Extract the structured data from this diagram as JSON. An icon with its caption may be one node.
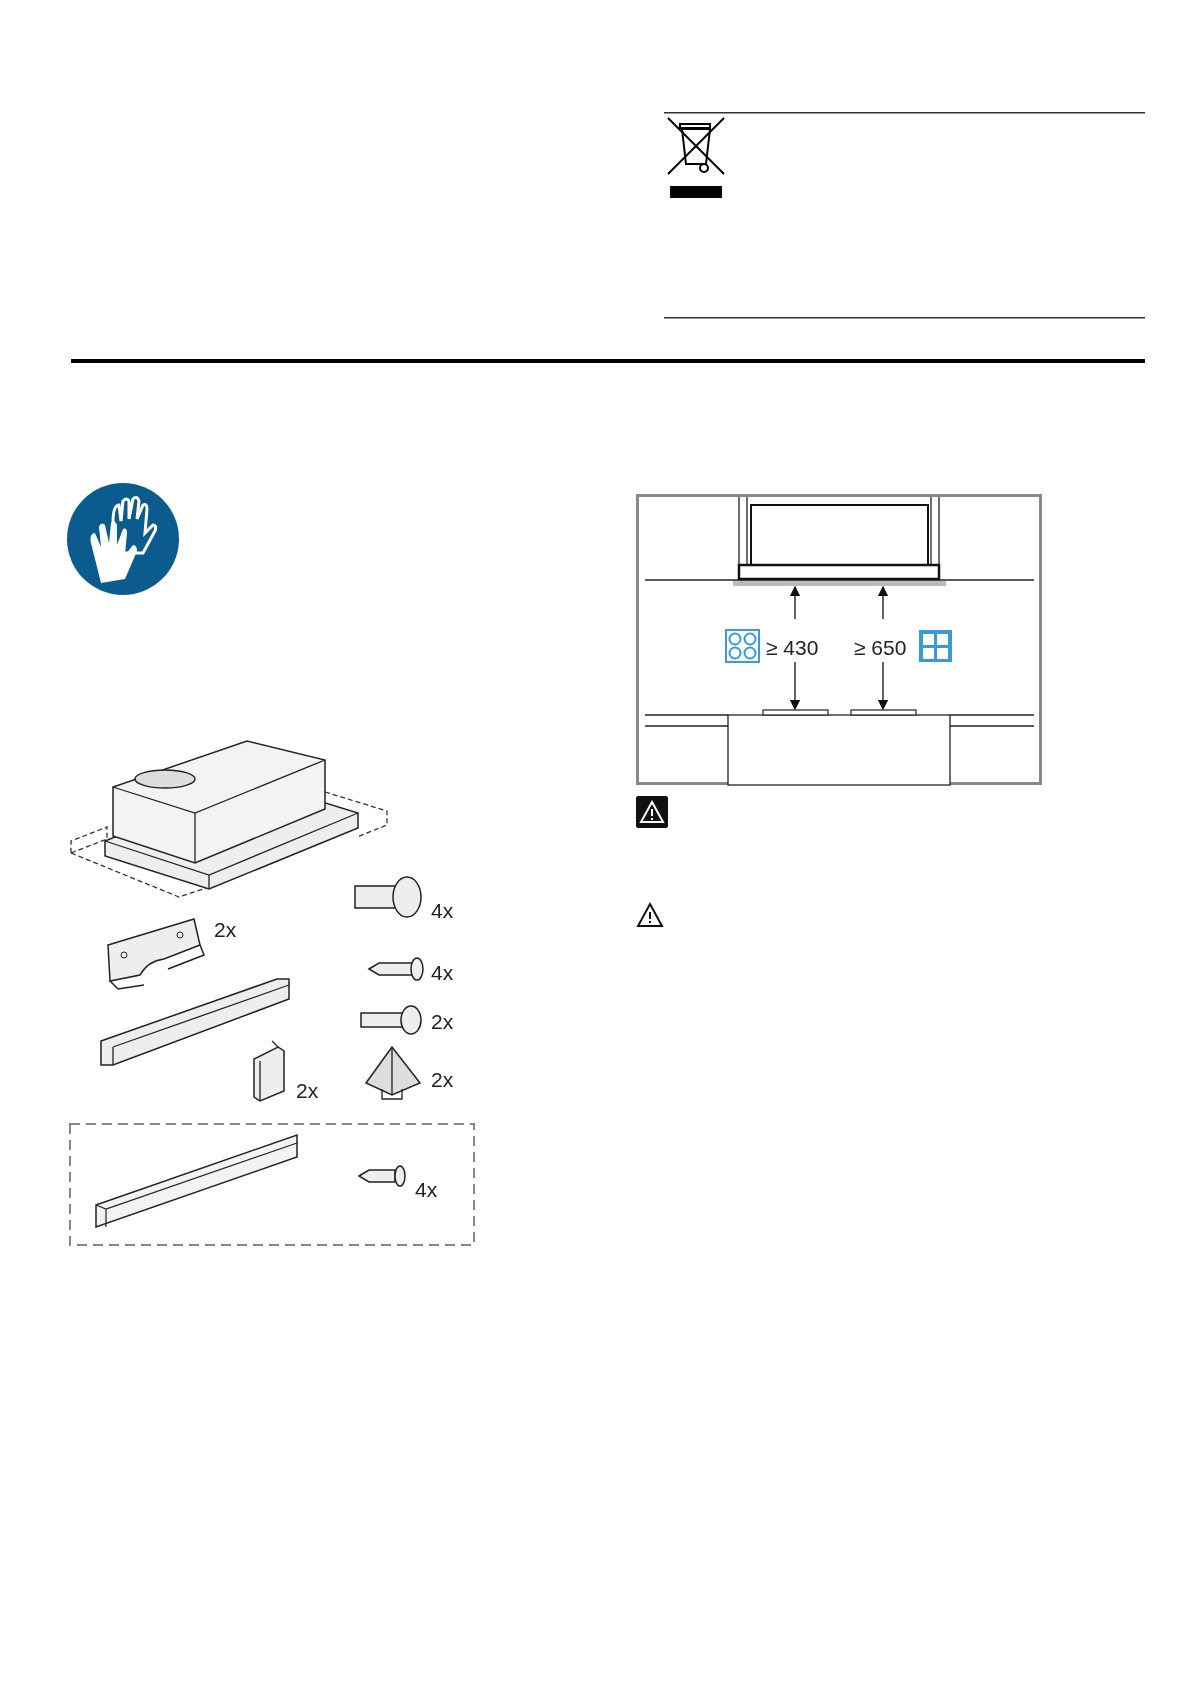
{
  "diagram": {
    "nodes": [
      {
        "text": [
          "≥ 430",
          "≥ 650"
        ]
      },
      {
        "text": [
          "4x"
        ]
      }
    ],
    "labels": [
      "4x",
      "2x",
      "4x",
      "2x",
      "2x",
      "2x"
    ]
  }
}
